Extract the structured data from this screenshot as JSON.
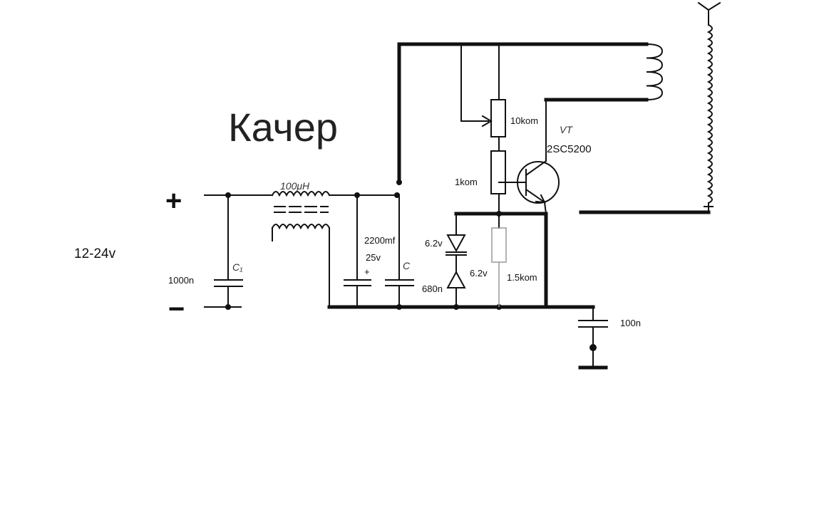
{
  "title": "Качер",
  "supply": {
    "voltage": "12-24v",
    "plus": "+",
    "minus": "−"
  },
  "components": {
    "c_input": {
      "value": "1000n",
      "ref": "C₁"
    },
    "choke": {
      "value": "100μH"
    },
    "c_elec": {
      "value": "2200mf",
      "voltage": "25v",
      "polarity": "+"
    },
    "c_bypass": {
      "ref": "C",
      "value": "680n"
    },
    "pot": {
      "value": "10kom"
    },
    "r_base": {
      "value": "1kom"
    },
    "r_bottom": {
      "value": "1.5kom"
    },
    "zener_top": {
      "value": "6.2v"
    },
    "zener_bottom": {
      "value": "6.2v"
    },
    "transistor": {
      "ref": "VT",
      "part": "2SC5200"
    },
    "c_ground": {
      "value": "100n"
    }
  }
}
